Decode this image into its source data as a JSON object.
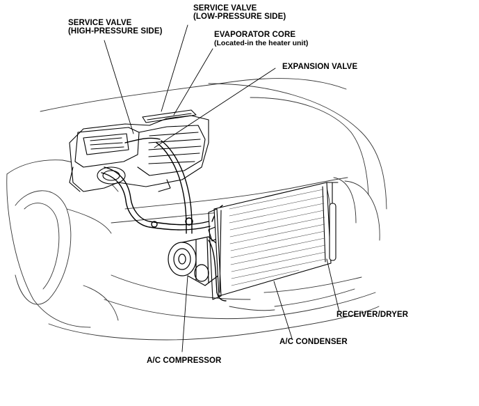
{
  "labels": {
    "service_valve_high": {
      "line1": "SERVICE VALVE",
      "line2": "(HIGH-PRESSURE SIDE)"
    },
    "service_valve_low": {
      "line1": "SERVICE VALVE",
      "line2": "(LOW-PRESSURE SIDE)"
    },
    "evaporator_core": {
      "line1": "EVAPORATOR CORE",
      "line2": "(Located-in the heater unit)"
    },
    "expansion_valve": {
      "line1": "EXPANSION VALVE"
    },
    "receiver_dryer": {
      "line1": "RECEIVER/DRYER"
    },
    "ac_condenser": {
      "line1": "A/C CONDENSER"
    },
    "ac_compressor": {
      "line1": "A/C COMPRESSOR"
    }
  },
  "colors": {
    "ink": "#000000",
    "background": "#ffffff"
  }
}
